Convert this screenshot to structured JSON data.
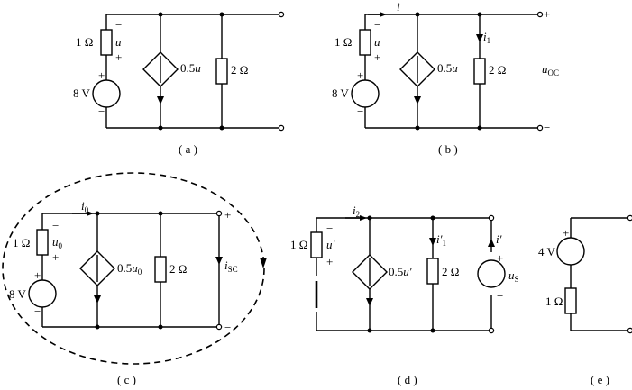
{
  "captions": [
    "( a )",
    "( b )",
    "( c )",
    "( d )",
    "( e )"
  ],
  "labels": {
    "r1": "1 Ω",
    "r2": "2 Ω",
    "vs": "8 V",
    "ccs": "0.5",
    "u": "u",
    "i": "i",
    "i1": "i",
    "i1_sub": "1",
    "uoc": "u",
    "uoc_sub": "OC",
    "u0": "u",
    "u0_sub": "0",
    "i0": "i",
    "i0_sub": "0",
    "isc": "i",
    "isc_sub": "SC",
    "uprime": "u′",
    "i2": "i",
    "i2_sub": "2",
    "i1prime": "i′",
    "i1prime_sub": "1",
    "iprime": "i′",
    "us": "u",
    "us_sub": "S",
    "ve": "4 V",
    "plus": "+",
    "minus": "−"
  }
}
